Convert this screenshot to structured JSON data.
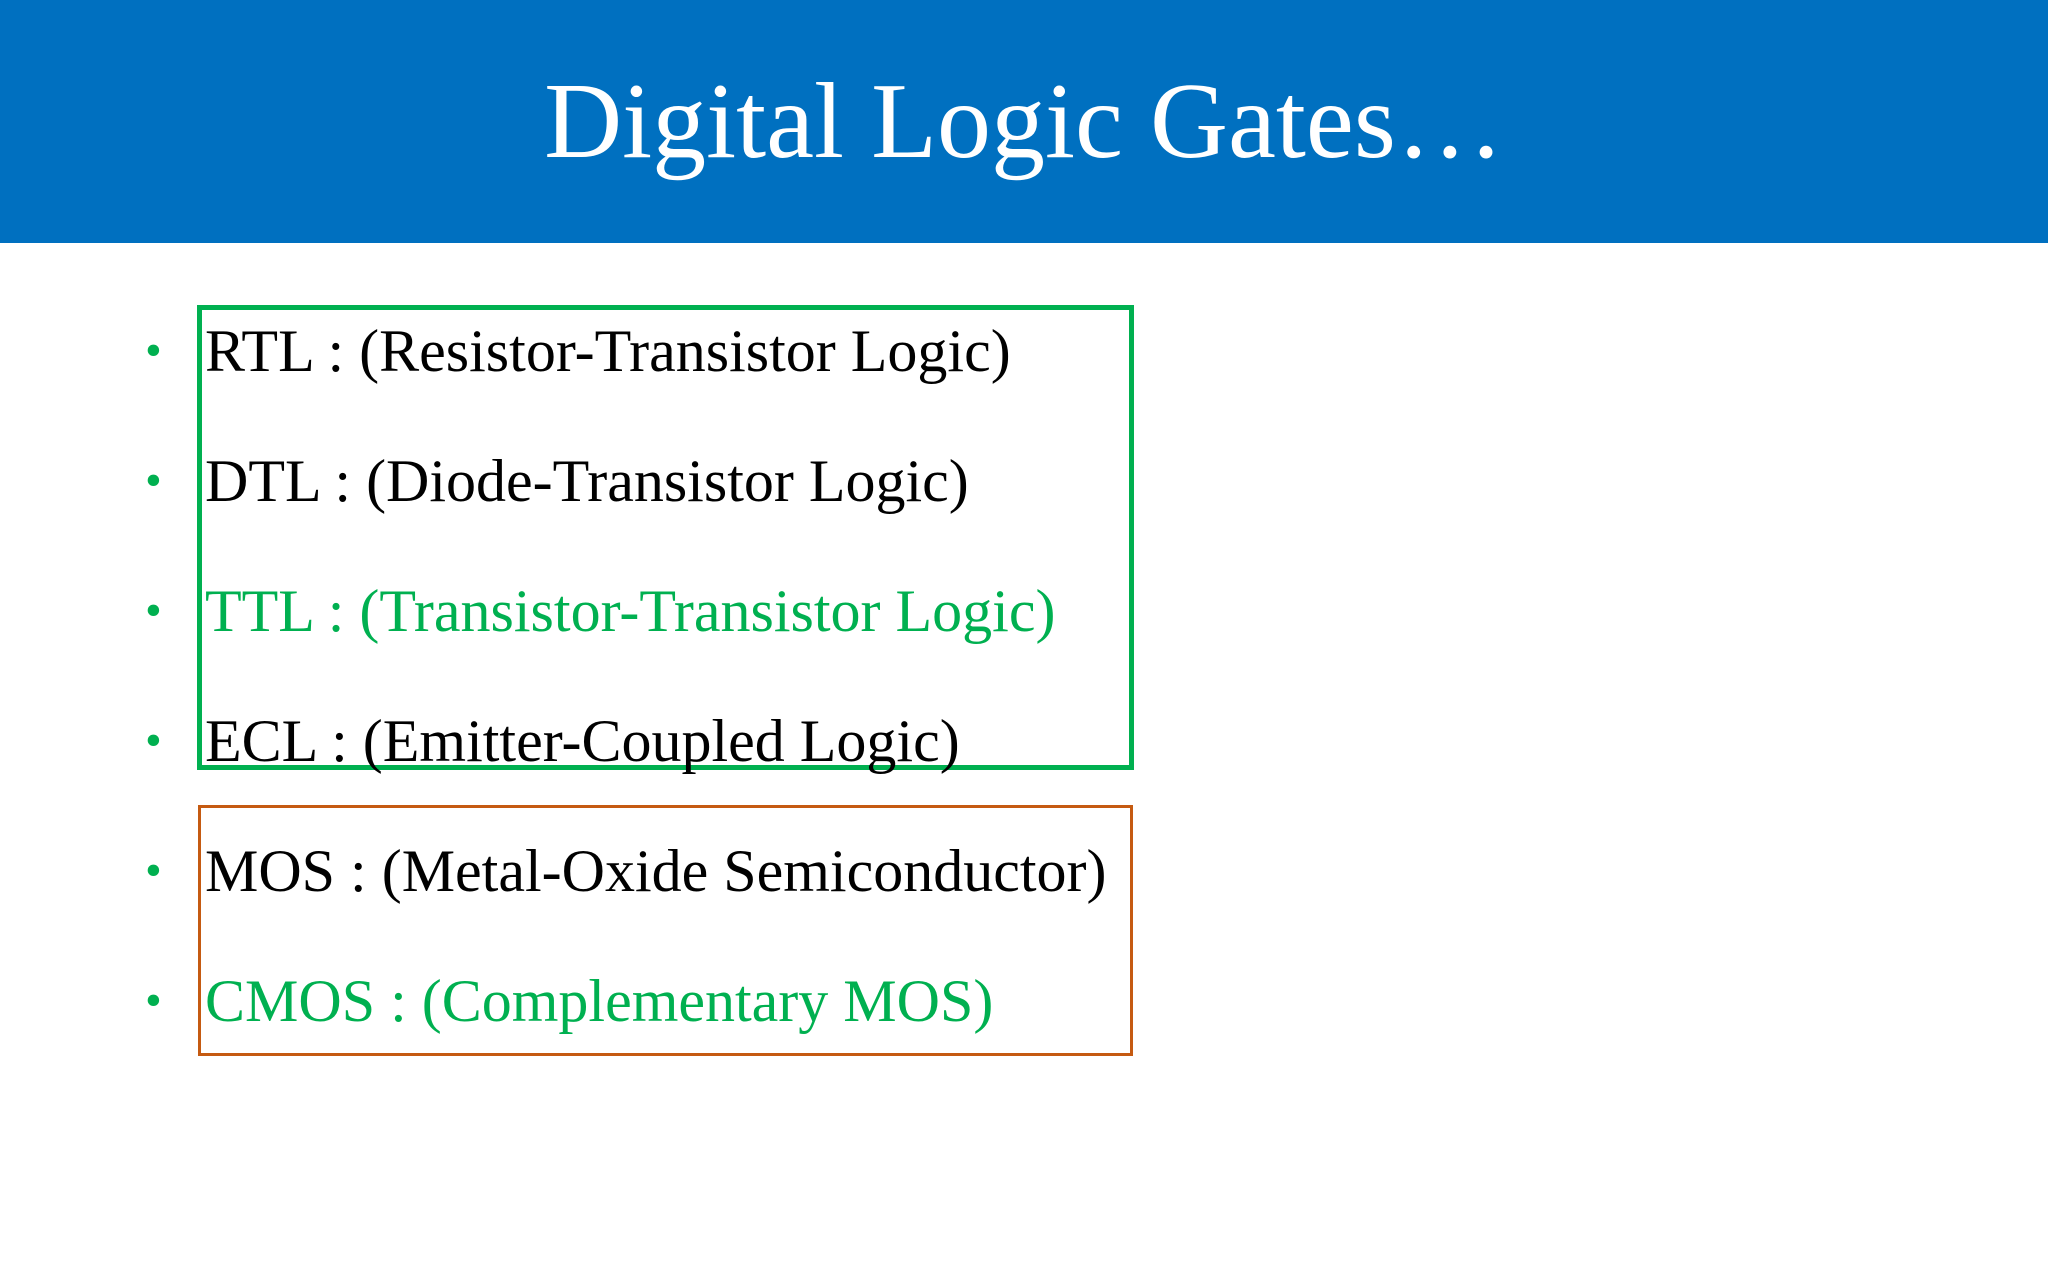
{
  "slide": {
    "title": "Digital Logic Gates…",
    "colors": {
      "title_bar": "#0070c0",
      "title_text": "#ffffff",
      "bullet": "#00b050",
      "default_text": "#000000",
      "highlight_text": "#00b050",
      "green_box": "#00b050",
      "orange_box": "#c55a11"
    },
    "items": [
      {
        "text": "RTL : (Resistor-Transistor Logic)",
        "color": "#000000"
      },
      {
        "text": "DTL : (Diode-Transistor Logic)",
        "color": "#000000"
      },
      {
        "text": "TTL : (Transistor-Transistor Logic)",
        "color": "#00b050"
      },
      {
        "text": "ECL : (Emitter-Coupled Logic)",
        "color": "#000000"
      },
      {
        "text": "MOS : (Metal-Oxide Semiconductor)",
        "color": "#000000"
      },
      {
        "text": "CMOS : (Complementary MOS)",
        "color": "#00b050"
      }
    ],
    "bullet_glyph": "•"
  }
}
